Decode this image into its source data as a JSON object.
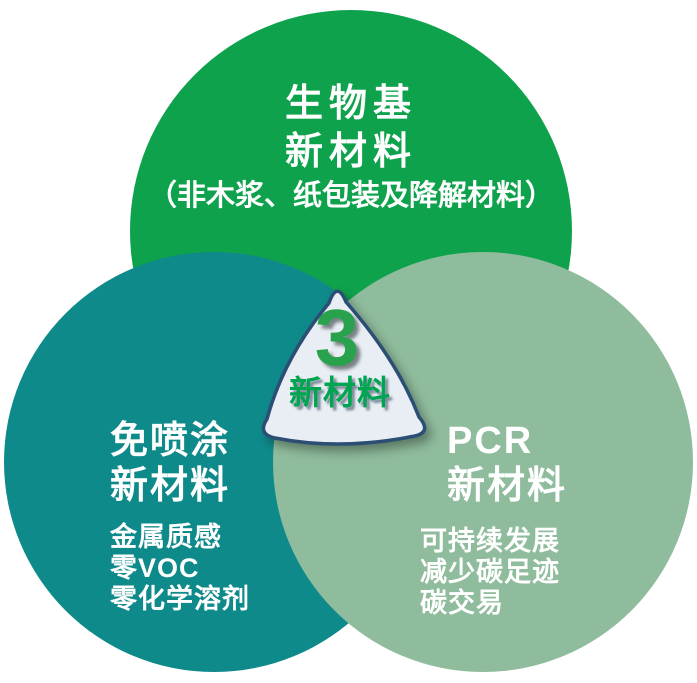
{
  "diagram": {
    "background": "#ffffff",
    "text_color": "#ffffff",
    "top_circle": {
      "color": "#0ea24d",
      "title_lines": [
        "生物基",
        "新材料"
      ],
      "subtitle": "（非木浆、纸包装及降解材料）"
    },
    "left_circle": {
      "color": "#0f8a8b",
      "title_lines": [
        "免喷涂",
        "新材料"
      ],
      "items": [
        "金属质感",
        "零VOC",
        "零化学溶剂"
      ]
    },
    "right_circle": {
      "color": "#8fbc9c",
      "title_lines": [
        "PCR",
        "新材料"
      ],
      "items": [
        "可持续发展",
        "减少碳足迹",
        "碳交易"
      ]
    },
    "center_badge": {
      "number": "3",
      "label": "新材料",
      "fill": "#e9edf4",
      "border": "#2b4e74",
      "number_color": "#28a24c",
      "label_color": "#00a551"
    }
  }
}
